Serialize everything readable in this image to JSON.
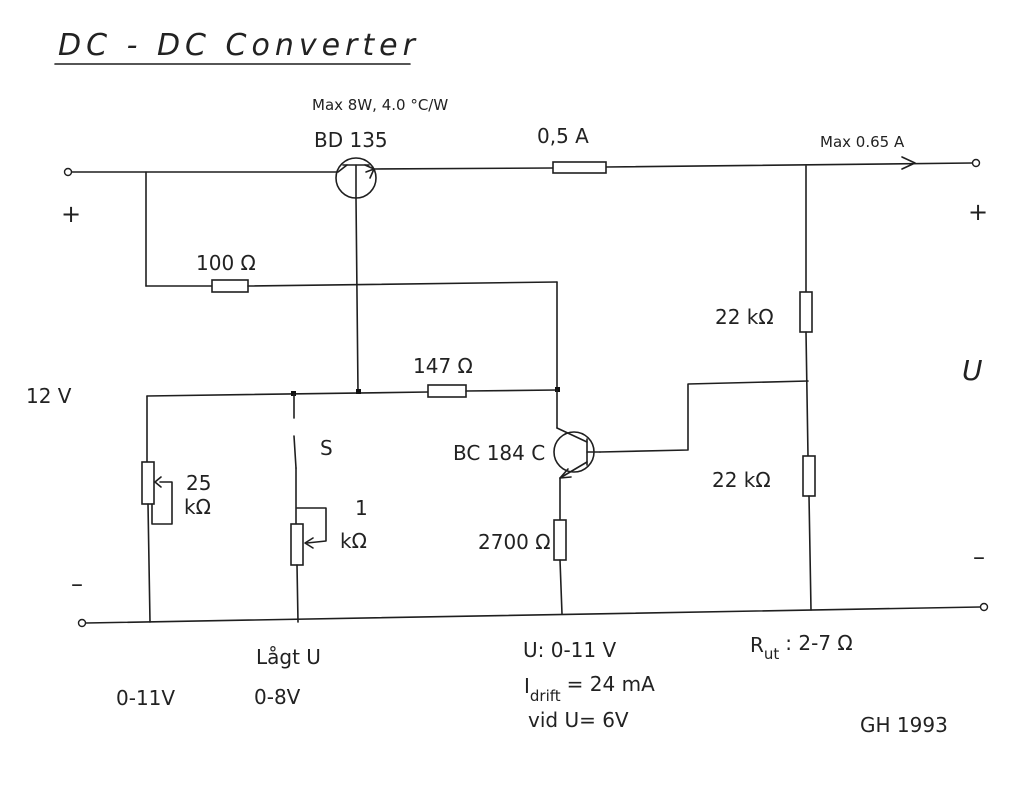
{
  "title": "DC - DC Converter",
  "transistor_q1": {
    "label": "BD 135",
    "rating": "Max 8W, 4.0 °C/W"
  },
  "transistor_q2": {
    "label": "BC 184 C"
  },
  "fuse": {
    "label": "0,5 A"
  },
  "output_current": {
    "label": "Max 0.65 A"
  },
  "resistors": {
    "r_100": "100 Ω",
    "r_147": "147 Ω",
    "r_2700": "2700 Ω",
    "r_22k_top": "22 kΩ",
    "r_22k_bottom": "22 kΩ"
  },
  "pot_25k": {
    "value": "25",
    "unit": "kΩ"
  },
  "pot_1k": {
    "value": "1",
    "unit": "kΩ"
  },
  "switch": {
    "label": "S"
  },
  "input": {
    "voltage": "12 V",
    "plus": "+",
    "minus": "–"
  },
  "output": {
    "plus": "+",
    "minus": "–",
    "voltage_symbol": "U"
  },
  "notes": {
    "range_full": "0-11V",
    "low_u_label": "Lågt U",
    "range_low": "0-8V",
    "u_range": "U:  0-11 V",
    "idrift_main": "I",
    "idrift_sub": "drift",
    "idrift_value": "= 24 mA",
    "idrift_condition": "vid  U= 6V",
    "rout_main": "R",
    "rout_sub": "ut",
    "rout_value": ": 2-7 Ω",
    "signature": "GH 1993"
  }
}
